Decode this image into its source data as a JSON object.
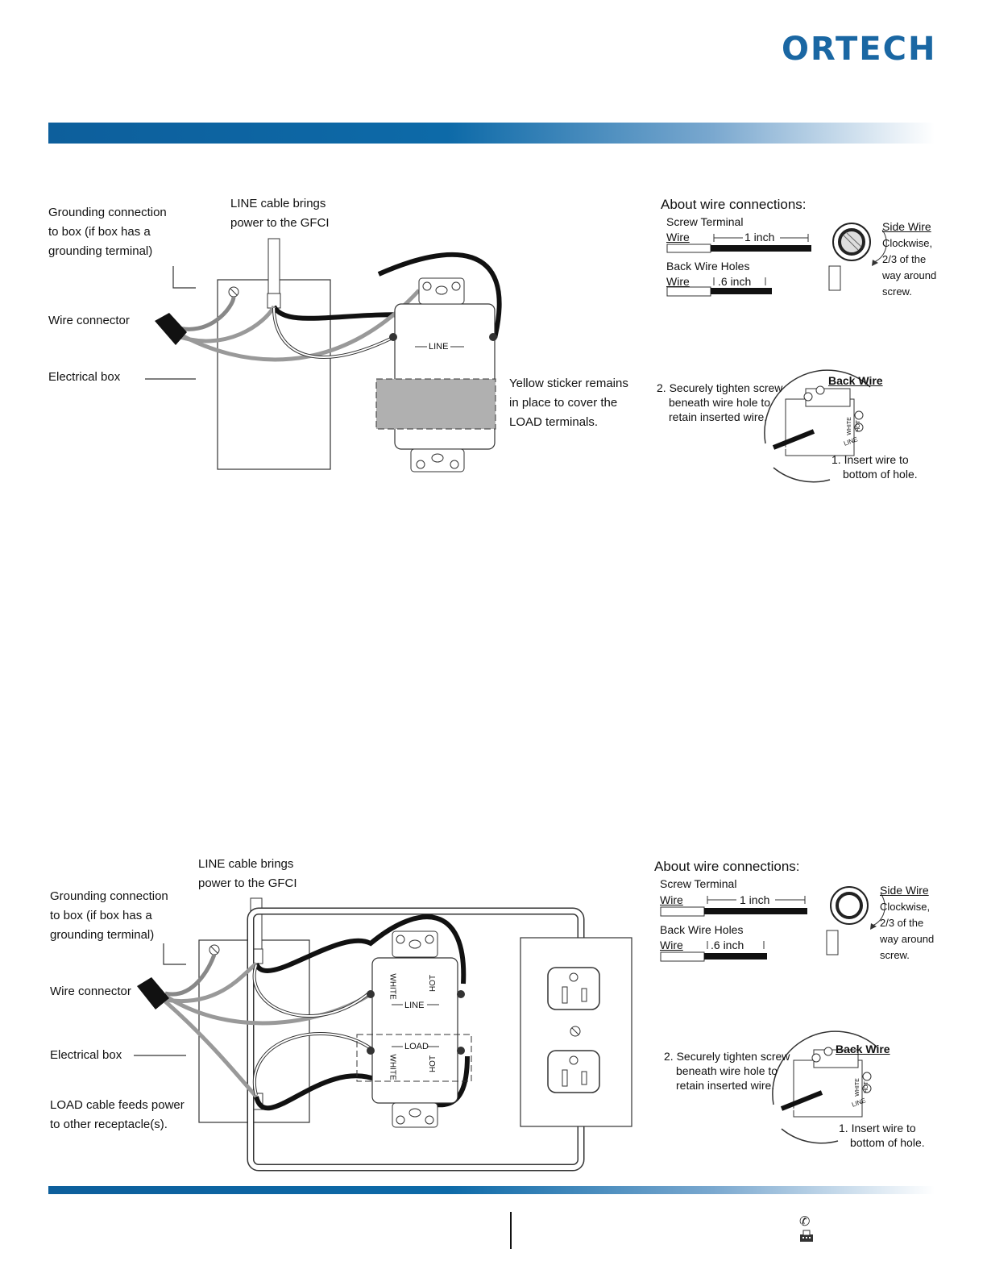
{
  "brand": {
    "logo_text": "ORTECH",
    "accent": "#0d6aa8"
  },
  "diagram1": {
    "grounding": [
      "Grounding connection",
      "to box (if box has a",
      "grounding terminal)"
    ],
    "line_cable": [
      "LINE cable brings",
      "power to the GFCI"
    ],
    "wire_connector": "Wire connector",
    "electrical_box": "Electrical box",
    "line_tag": "LINE",
    "sticker": [
      "Yellow sticker remains",
      "in place to cover the",
      "LOAD terminals."
    ]
  },
  "diagram2": {
    "line_cable": [
      "LINE cable brings",
      "power to the GFCI"
    ],
    "grounding": [
      "Grounding connection",
      "to box (if box has a",
      "grounding terminal)"
    ],
    "wire_connector": "Wire connector",
    "electrical_box": "Electrical box",
    "load_cable": [
      "LOAD cable feeds power",
      "to other receptacle(s)."
    ],
    "line_tag": "LINE",
    "load_tag": "LOAD",
    "white": "WHITE",
    "hot": "HOT"
  },
  "wire_info": {
    "heading": "About wire connections:",
    "screw_terminal": "Screw Terminal",
    "wire": "Wire",
    "one_inch": "1 inch",
    "back_wire_holes": "Back Wire Holes",
    "six_tenth_inch": ".6 inch",
    "side_wire": "Side Wire",
    "side_desc": [
      "Clockwise,",
      "2/3 of the",
      "way around",
      "screw."
    ],
    "back_wire": "Back Wire",
    "step2": [
      "2. Securely tighten screw",
      "beneath wire hole to",
      "retain inserted wire."
    ],
    "step1": [
      "1. Insert wire to",
      "bottom of hole."
    ],
    "tiny_white": "WHITE",
    "tiny_hot": "HOT",
    "tiny_line": "LINE"
  },
  "footer": {
    "phone_icon": "phone-icon",
    "fax_icon": "fax-icon"
  }
}
